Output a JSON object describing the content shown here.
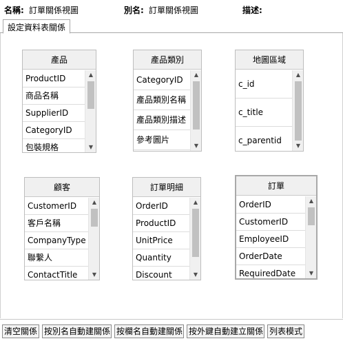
{
  "header": {
    "name_label": "名稱:",
    "name_value": "訂單關係視圖",
    "alias_label": "別名:",
    "alias_value": "訂單關係視圖",
    "desc_label": "描述:"
  },
  "tabs": [
    {
      "label": "設定資料表關係"
    }
  ],
  "tables": [
    {
      "title": "產品",
      "fields": [
        "ProductID",
        "商品名稱",
        "SupplierID",
        "CategoryID",
        "包裝規格"
      ]
    },
    {
      "title": "產品類別",
      "fields": [
        "CategoryID",
        "產品類別名稱",
        "產品類別描述",
        "參考圖片"
      ]
    },
    {
      "title": "地圖區域",
      "fields": [
        "c_id",
        "c_title",
        "c_parentid"
      ]
    },
    {
      "title": "顧客",
      "fields": [
        "CustomerID",
        "客戶名稱",
        "CompanyType",
        "聯繫人",
        "ContactTitle"
      ]
    },
    {
      "title": "訂單明細",
      "fields": [
        "OrderID",
        "ProductID",
        "UnitPrice",
        "Quantity",
        "Discount"
      ]
    },
    {
      "title": "訂單",
      "fields": [
        "OrderID",
        "CustomerID",
        "EmployeeID",
        "OrderDate",
        "RequiredDate"
      ]
    }
  ],
  "buttons": [
    {
      "label": "清空關係"
    },
    {
      "label": "按別名自動建關係"
    },
    {
      "label": "按欄名自動建關係"
    },
    {
      "label": "按外鍵自動建立關係"
    },
    {
      "label": "列表模式"
    }
  ]
}
